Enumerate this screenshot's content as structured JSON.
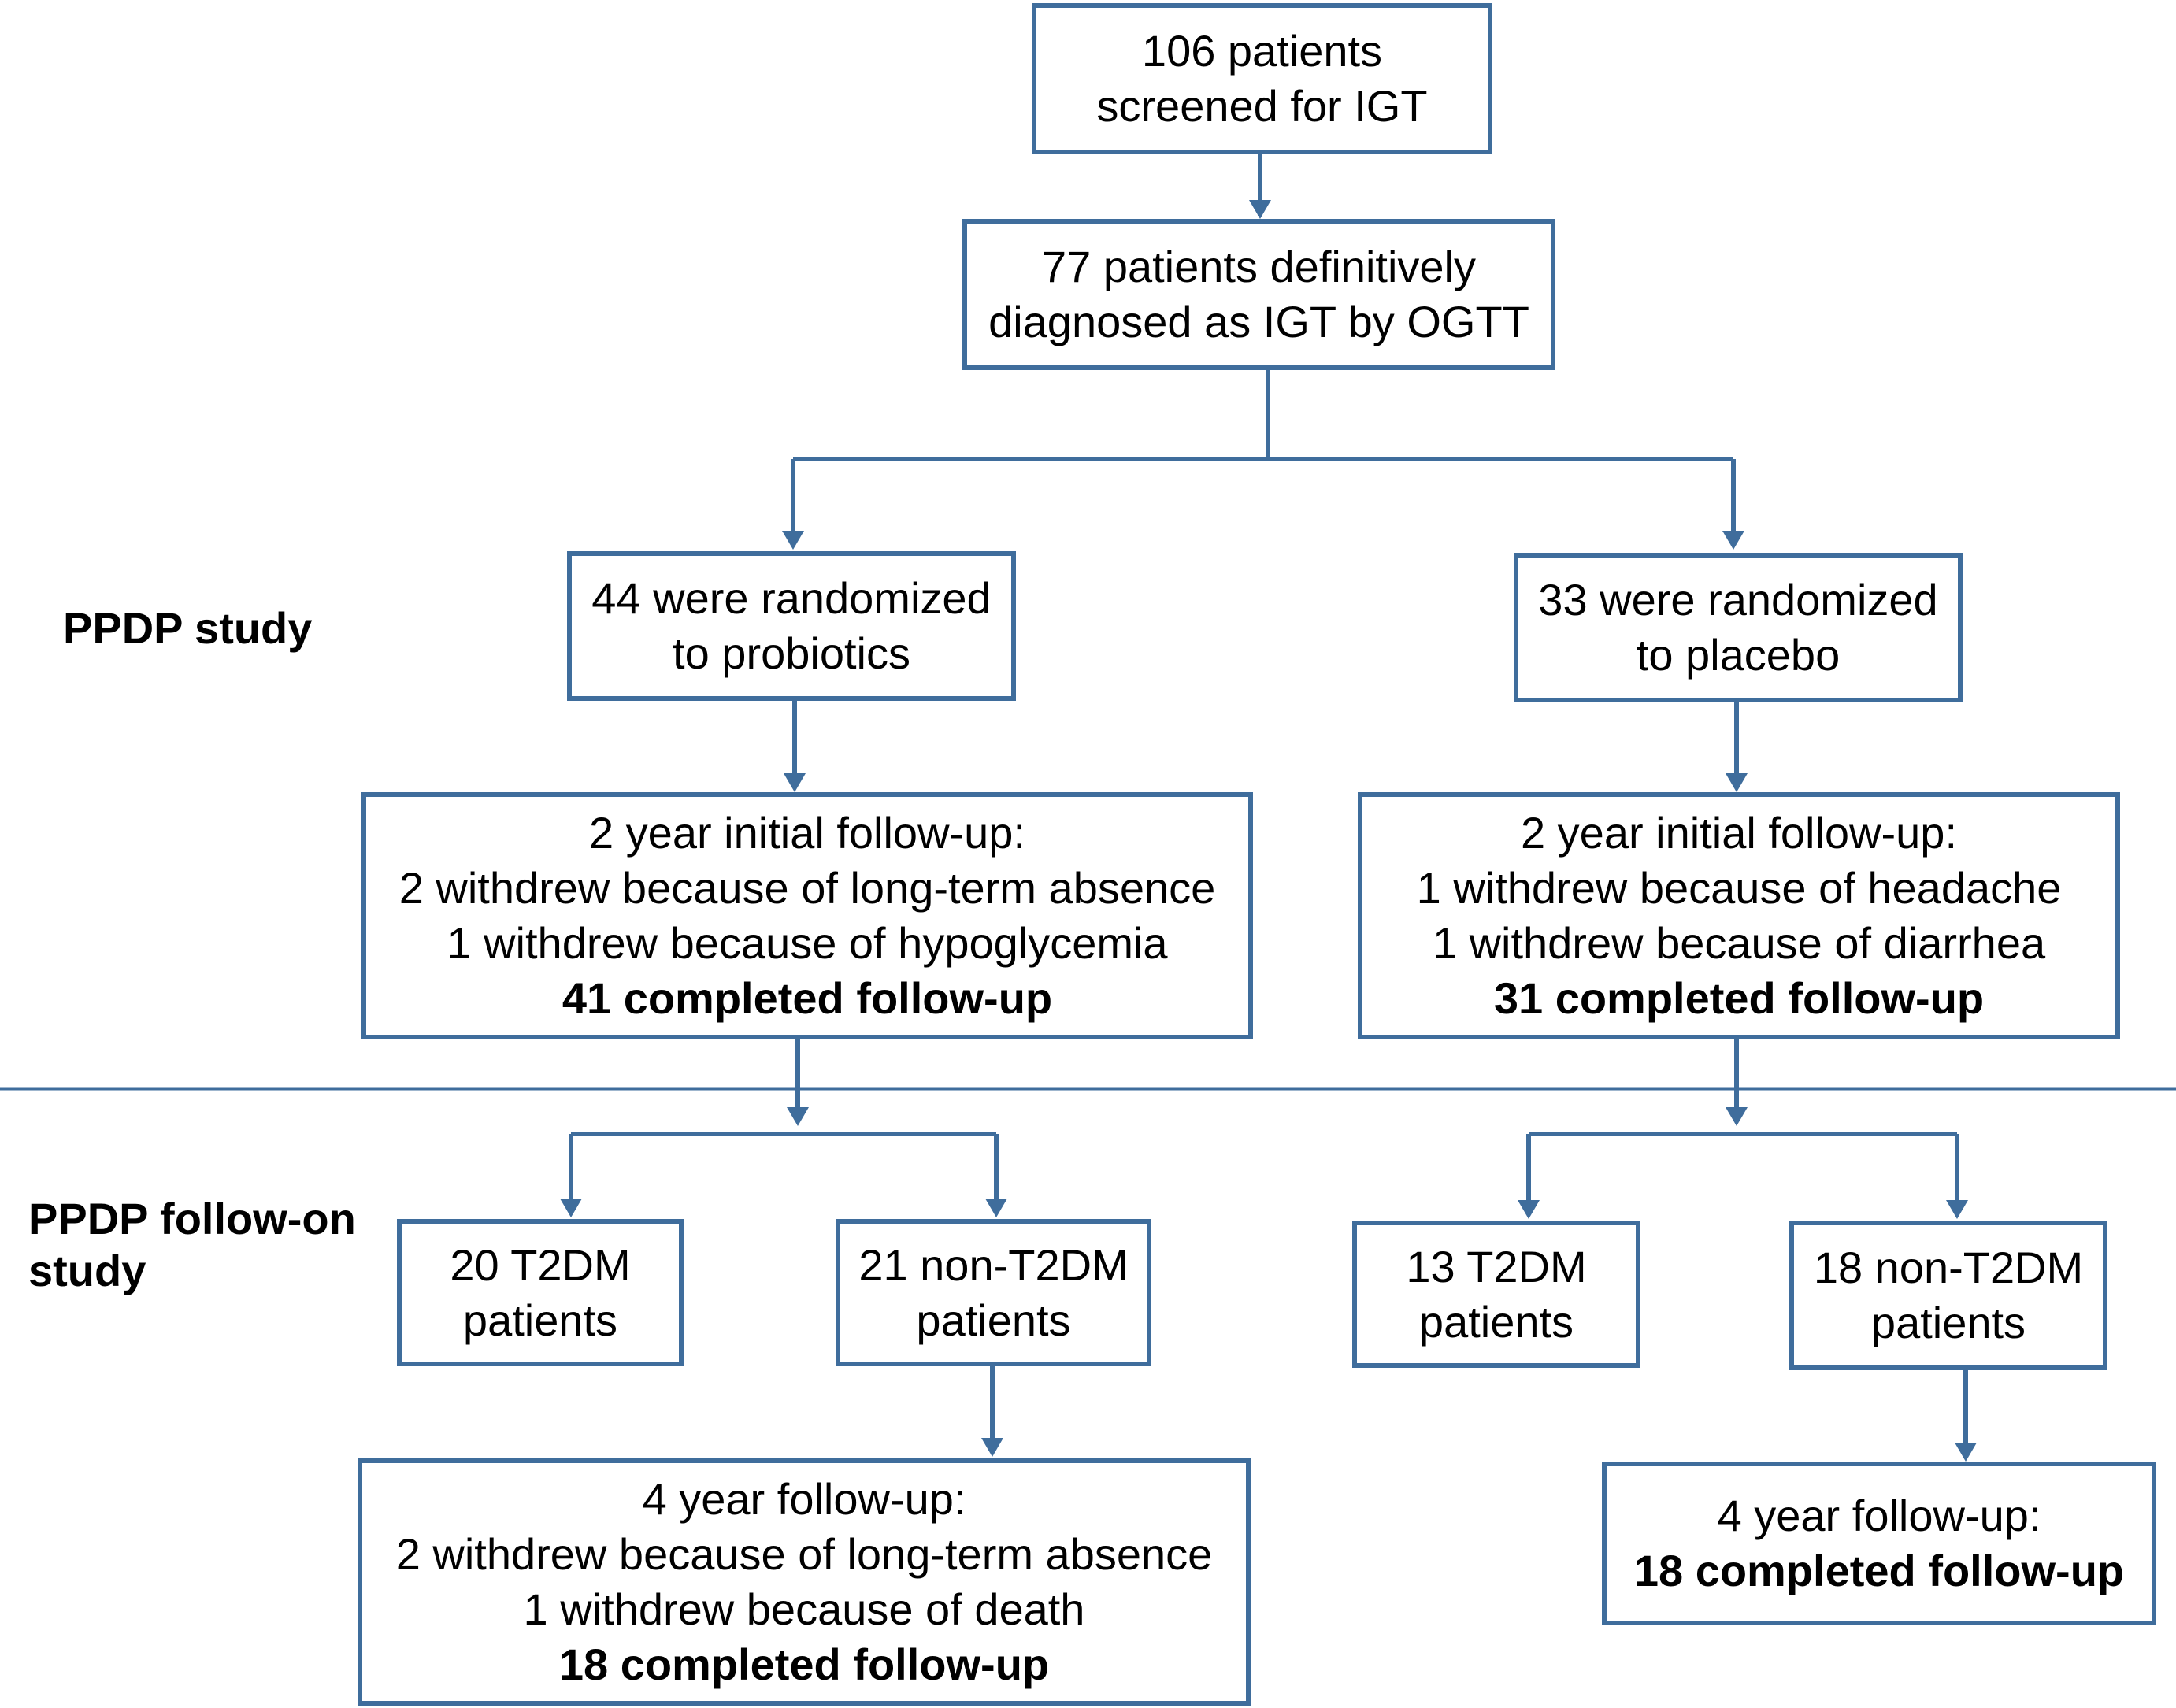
{
  "section_labels": {
    "study": "PPDP study",
    "followon_line1": "PPDP follow-on",
    "followon_line2": "study"
  },
  "colors": {
    "border": "#3f6d9c",
    "divider": "#3f6d9c"
  },
  "boxes": {
    "screened": {
      "lines": [
        "106 patients",
        "screened for IGT"
      ]
    },
    "diagnosed": {
      "lines": [
        "77 patients definitively",
        "diagnosed as IGT by OGTT"
      ]
    },
    "probiotics": {
      "lines": [
        "44 were randomized",
        "to probiotics"
      ]
    },
    "placebo": {
      "lines": [
        "33 were randomized",
        "to placebo"
      ]
    },
    "probiotics_followup": {
      "title": "2 year  initial follow-up:",
      "lines": [
        "2 withdrew because of long-term absence",
        "1 withdrew because of hypoglycemia"
      ],
      "completed": "41 completed follow-up"
    },
    "placebo_followup": {
      "title": "2 year initial follow-up:",
      "lines": [
        "1 withdrew because of headache",
        "1 withdrew because of diarrhea"
      ],
      "completed": "31 completed follow-up"
    },
    "probiotics_t2dm": {
      "lines": [
        "20 T2DM",
        "patients"
      ]
    },
    "probiotics_non_t2dm": {
      "lines": [
        "21 non-T2DM",
        "patients"
      ]
    },
    "placebo_t2dm": {
      "lines": [
        "13 T2DM",
        "patients"
      ]
    },
    "placebo_non_t2dm": {
      "lines": [
        "18 non-T2DM",
        "patients"
      ]
    },
    "probiotics_4yr": {
      "title": "4 year follow-up:",
      "lines": [
        "2 withdrew because of long-term absence",
        "1 withdrew because of death"
      ],
      "completed": "18 completed follow-up"
    },
    "placebo_4yr": {
      "title": "4 year follow-up:",
      "completed": "18 completed follow-up"
    }
  }
}
